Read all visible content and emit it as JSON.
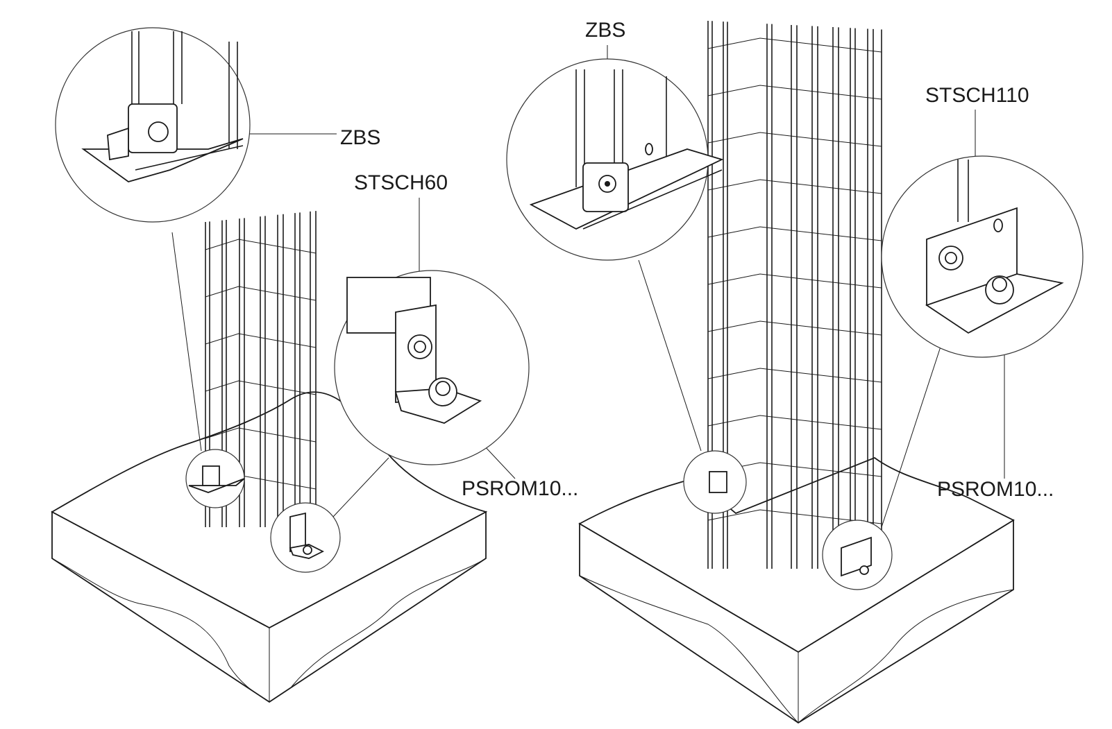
{
  "left_assembly": {
    "labels": {
      "zbs": "ZBS",
      "bracket": "STSCH60",
      "anchor": "PSROM10..."
    }
  },
  "right_assembly": {
    "labels": {
      "zbs": "ZBS",
      "bracket": "STSCH110",
      "anchor": "PSROM10..."
    }
  }
}
